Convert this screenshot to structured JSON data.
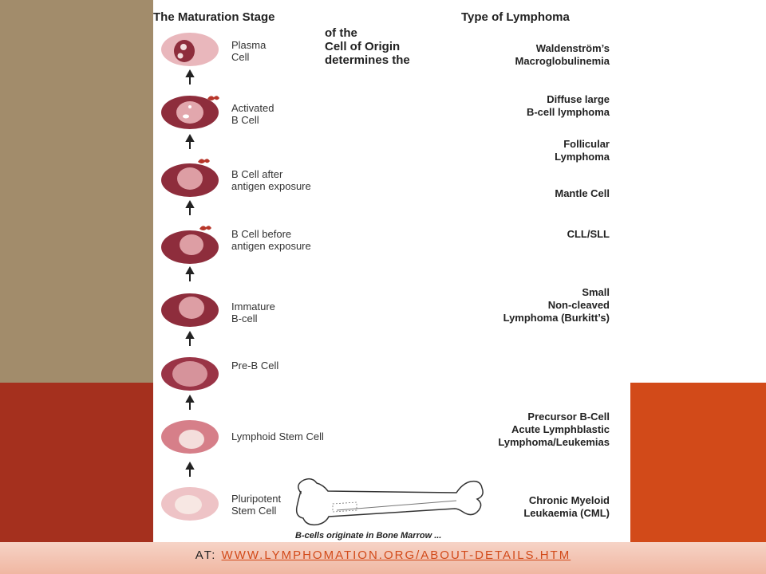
{
  "headers": {
    "left": "The Maturation Stage",
    "middle": [
      "of the",
      "Cell of Origin",
      "determines the"
    ],
    "right": "Type of Lymphoma"
  },
  "stages": [
    {
      "cell": [
        "Plasma",
        "Cell"
      ]
    },
    {
      "cell": [
        "Activated",
        "B Cell"
      ]
    },
    {
      "cell": [
        "B Cell after",
        "antigen exposure"
      ]
    },
    {
      "cell": [
        "B Cell before",
        "antigen exposure"
      ]
    },
    {
      "cell": [
        "Immature",
        "B-cell"
      ]
    },
    {
      "cell": [
        "Pre-B Cell"
      ]
    },
    {
      "cell": [
        "Lymphoid Stem Cell"
      ]
    },
    {
      "cell": [
        "Pluripotent",
        "Stem Cell"
      ]
    }
  ],
  "lymphomas": [
    [
      "Waldenström’s",
      "Macroglobulinemia"
    ],
    [
      "Diffuse large",
      "B-cell lymphoma"
    ],
    [
      "Follicular",
      "Lymphoma"
    ],
    [
      "Mantle Cell"
    ],
    [
      "CLL/SLL"
    ],
    [
      "Small",
      "Non-cleaved",
      "Lymphoma (Burkitt’s)"
    ],
    [
      "Precursor B-Cell",
      "Acute Lymphblastic",
      "Lymphoma/Leukemias"
    ],
    [
      "Chronic Myeloid",
      "Leukaemia (CML)"
    ]
  ],
  "bottom_note": "B-cells originate in Bone Marrow ...",
  "footer": {
    "label": "At:",
    "link": "www.lymphomation.org/about-details.htm"
  },
  "colors": {
    "tan": "#a28c6b",
    "red_left": "#a5301e",
    "red_right": "#d24a19",
    "cell_dark": "#8e2d3c",
    "cell_light": "#e7b4b9"
  }
}
